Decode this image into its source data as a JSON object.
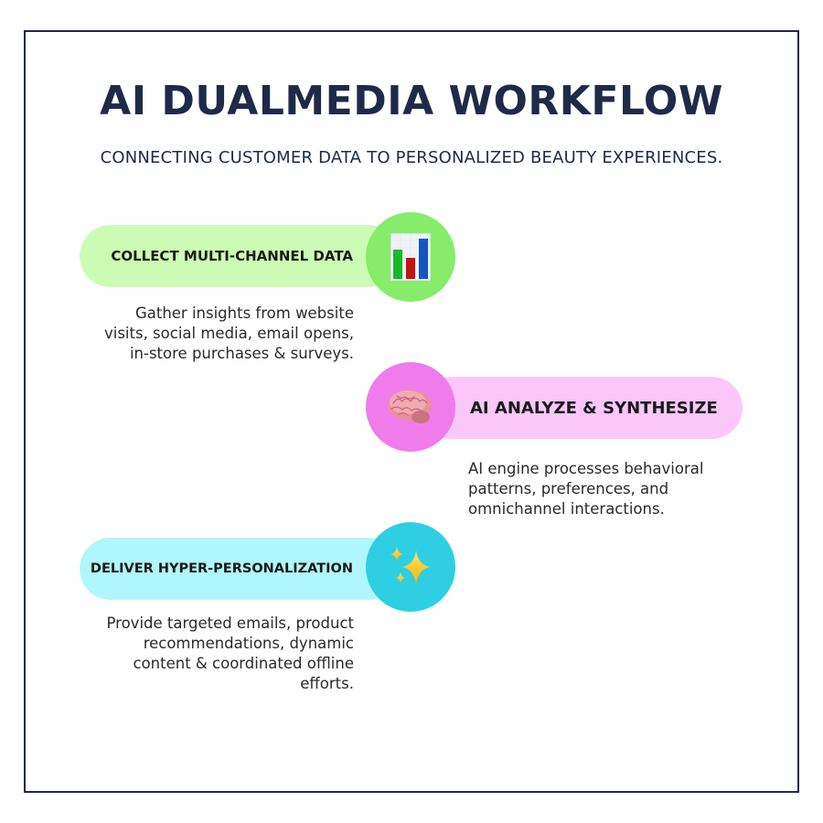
{
  "header": {
    "title": "AI DUALMEDIA WORKFLOW",
    "subtitle": "CONNECTING CUSTOMER DATA TO PERSONALIZED BEAUTY EXPERIENCES."
  },
  "colors": {
    "title": "#1f2a48",
    "border": "#1f2a48",
    "step1_pill": "#ccfbb5",
    "step1_circle": "#86ec6a",
    "step2_pill": "#fbc7fb",
    "step2_circle": "#f07cec",
    "step3_pill": "#b0f7fb",
    "step3_circle": "#2ecfe3"
  },
  "steps": [
    {
      "label": "COLLECT MULTI-CHANNEL DATA",
      "icon": "bar-chart-icon",
      "description": "Gather insights from website visits, social media, email opens, in-store purchases & surveys."
    },
    {
      "label": "AI ANALYZE & SYNTHESIZE",
      "icon": "brain-icon",
      "description": "AI engine processes behavioral patterns, preferences, and omnichannel interactions."
    },
    {
      "label": "DELIVER HYPER-PERSONALIZATION",
      "icon": "sparkles-icon",
      "description": "Provide targeted emails, product recommendations, dynamic content & coordinated offline efforts."
    }
  ]
}
